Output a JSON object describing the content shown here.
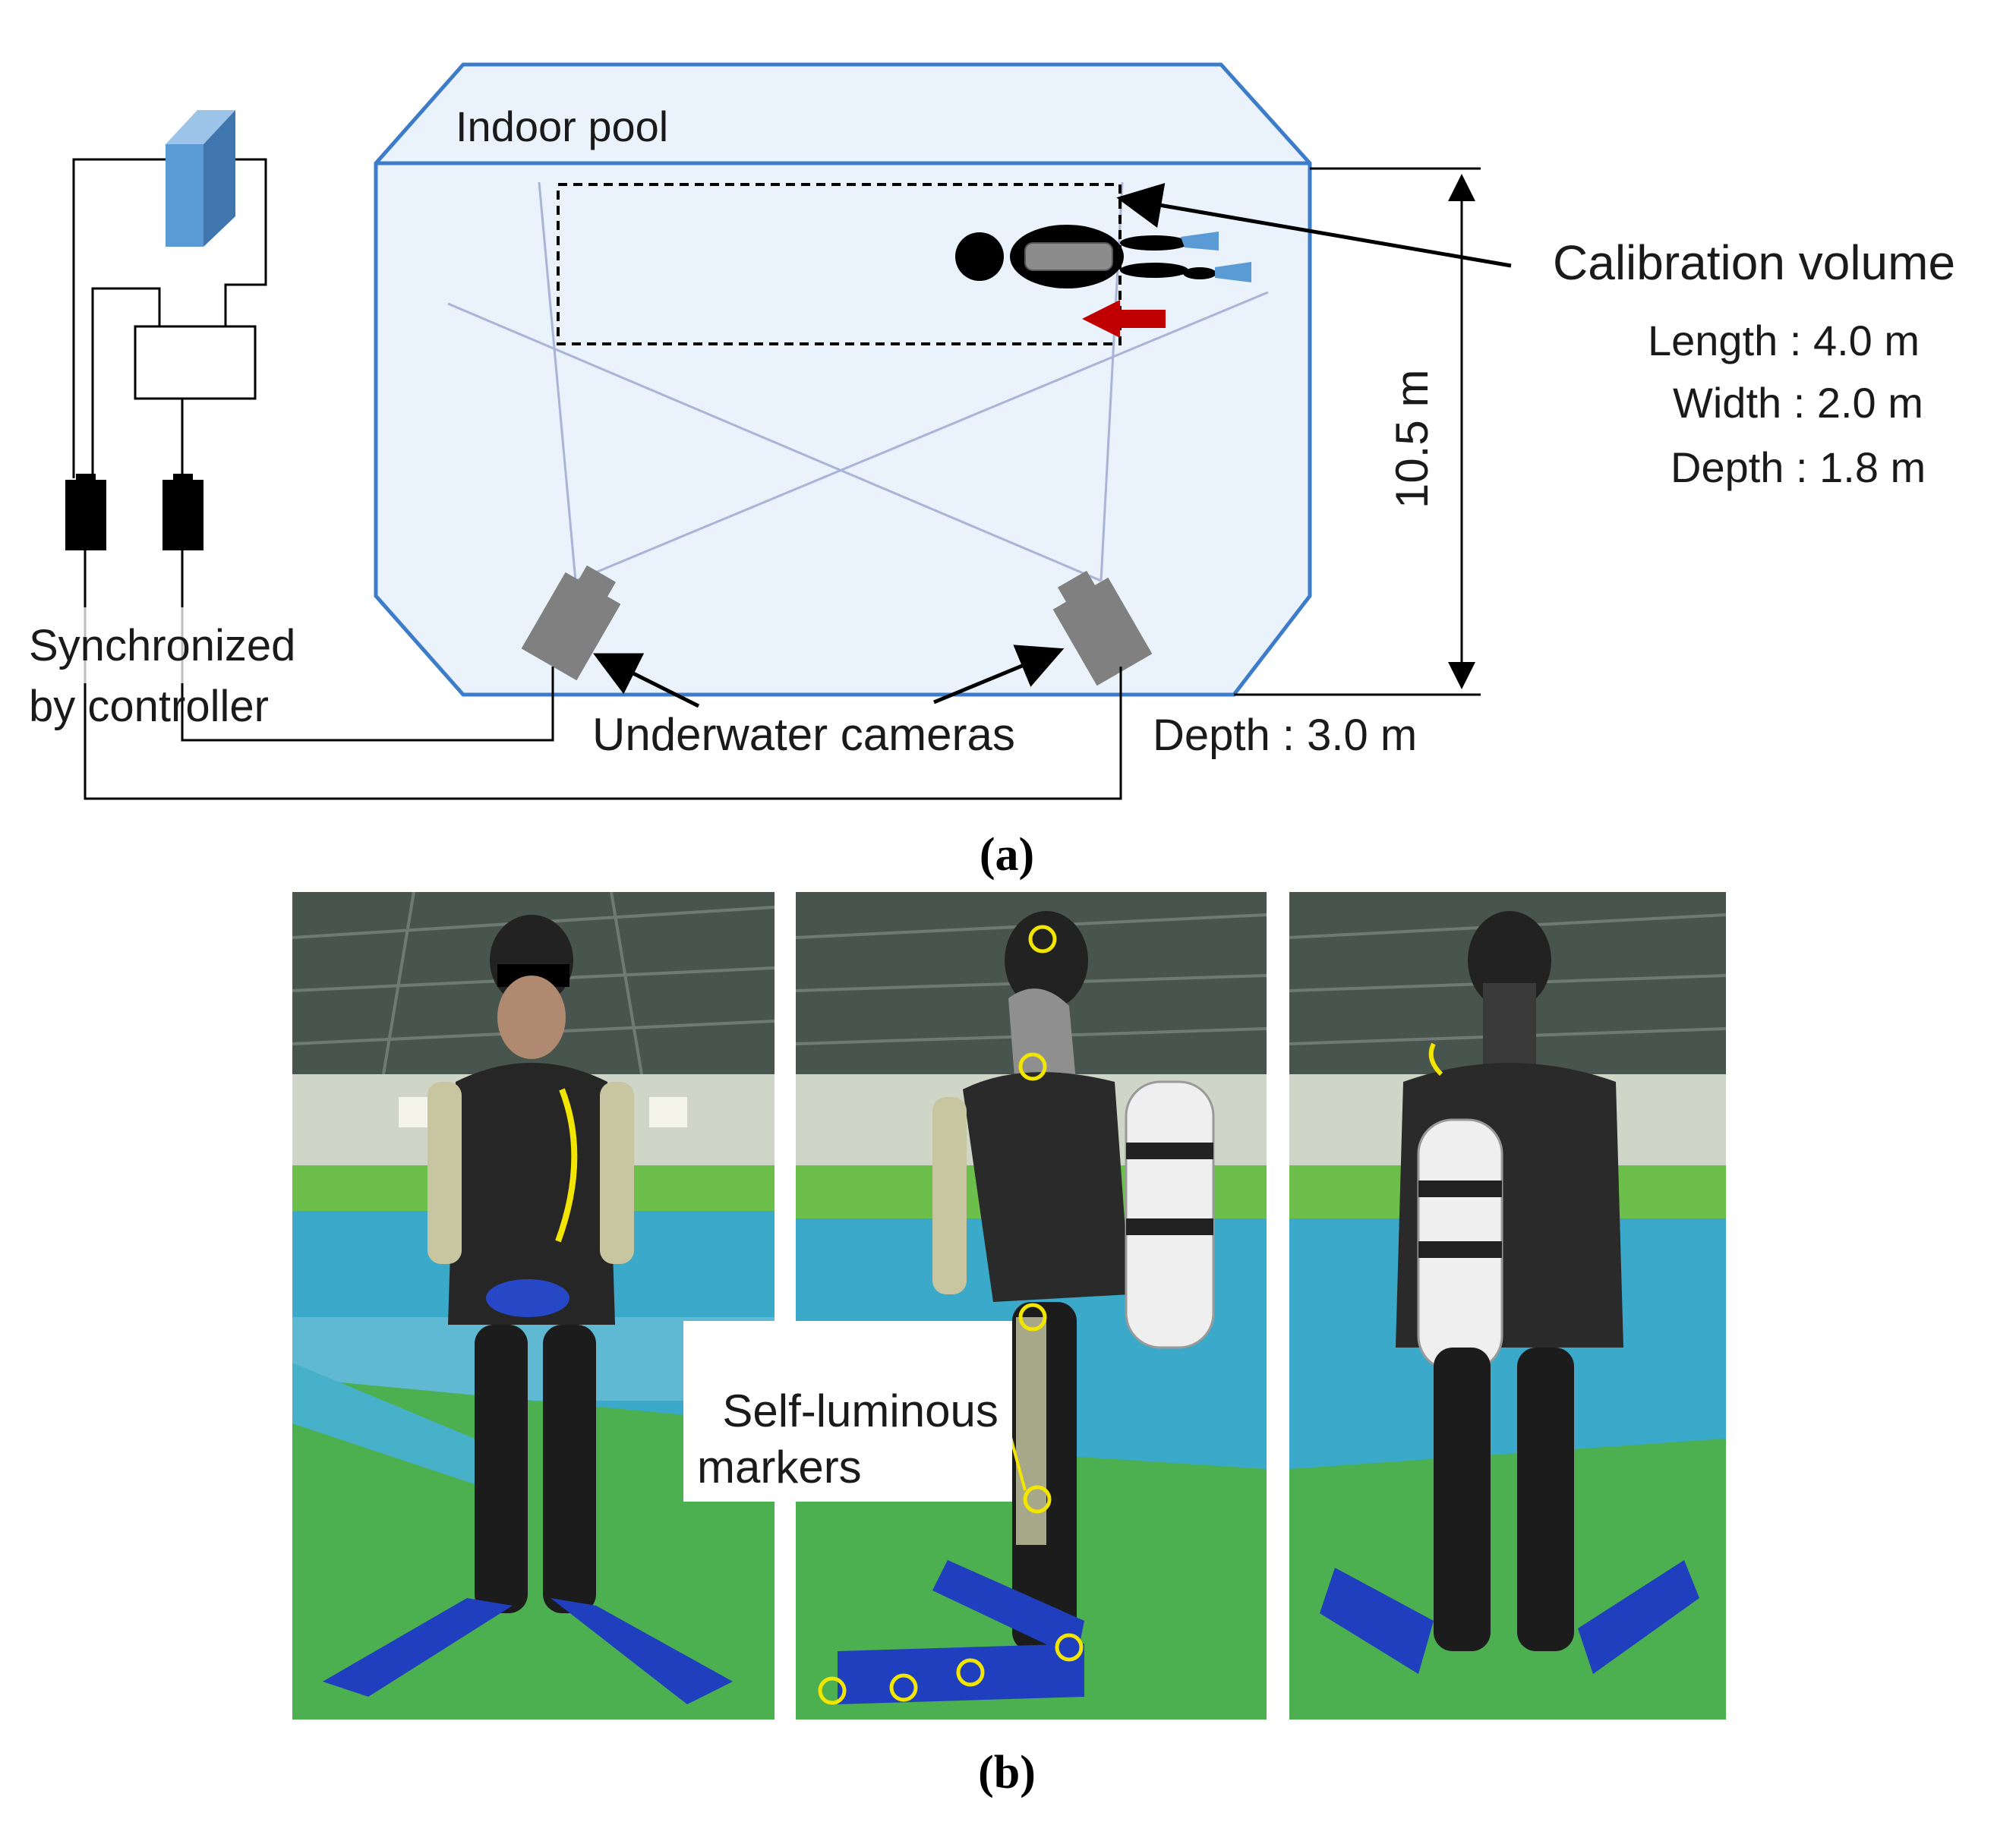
{
  "panel_a": {
    "caption": "(a)",
    "pool_title": "Indoor pool",
    "left_label": "Synchronized\nby controller",
    "cameras_label": "Underwater cameras",
    "pool_depth_label": "Depth : 3.0 m",
    "pool_width_label": "10.5 m",
    "calibration": {
      "title": "Calibration volume",
      "length": "Length : 4.0 m",
      "width": "Width : 2.0 m",
      "depth": "Depth : 1.8 m"
    }
  },
  "panel_b": {
    "caption": "(b)",
    "markers_label": "Self-luminous\nmarkers"
  },
  "colors": {
    "pool_fill": "#eaf2fb",
    "pool_border": "#3d7cc9",
    "pc_blue": "#5b9bd5",
    "camera_gray": "#808080",
    "direction_arrow": "#c00000",
    "marker_yellow": "#f2e600",
    "pool_floor_green": "#4caf50",
    "pool_water": "#3ba9c9",
    "fins_blue": "#1f3fbf"
  }
}
